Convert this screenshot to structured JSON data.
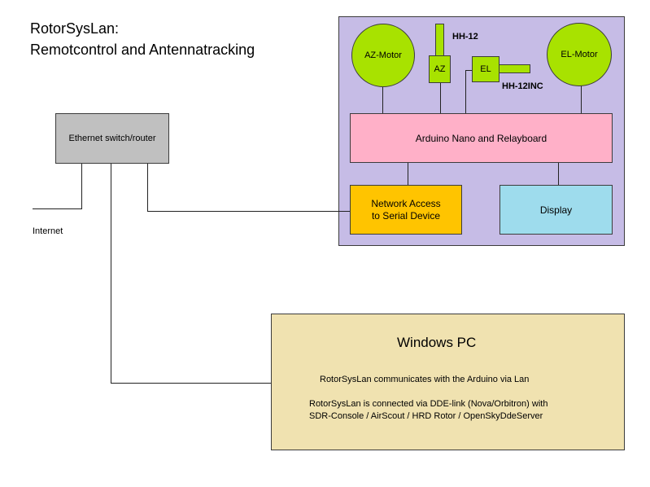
{
  "title": {
    "line1": "RotorSysLan:",
    "line2": "Remotcontrol and Antennatracking"
  },
  "nodes": {
    "switch": "Ethernet switch/router",
    "internet": "Internet",
    "az_motor": "AZ-Motor",
    "el_motor": "EL-Motor",
    "az_sensor": "AZ",
    "el_sensor": "EL",
    "hh12": "HH-12",
    "hh12inc": "HH-12INC",
    "arduino": "Arduino Nano and Relayboard",
    "network_access_line1": "Network Access",
    "network_access_line2": "to Serial Device",
    "display": "Display",
    "windows_pc": "Windows PC",
    "pc_text1": "RotorSysLan communicates with the Arduino via Lan",
    "pc_text2_line1": "RotorSysLan is connected via DDE-link (Nova/Orbitron) with",
    "pc_text2_line2": "SDR-Console / AirScout / HRD Rotor / OpenSkyDdeServer"
  },
  "colors": {
    "station_bg": "#c6bce6",
    "motor": "#a8e200",
    "arduino": "#ffb0c8",
    "network_access": "#ffc400",
    "display": "#9edced",
    "switch": "#c0c0c0",
    "pc": "#f0e2b0"
  }
}
